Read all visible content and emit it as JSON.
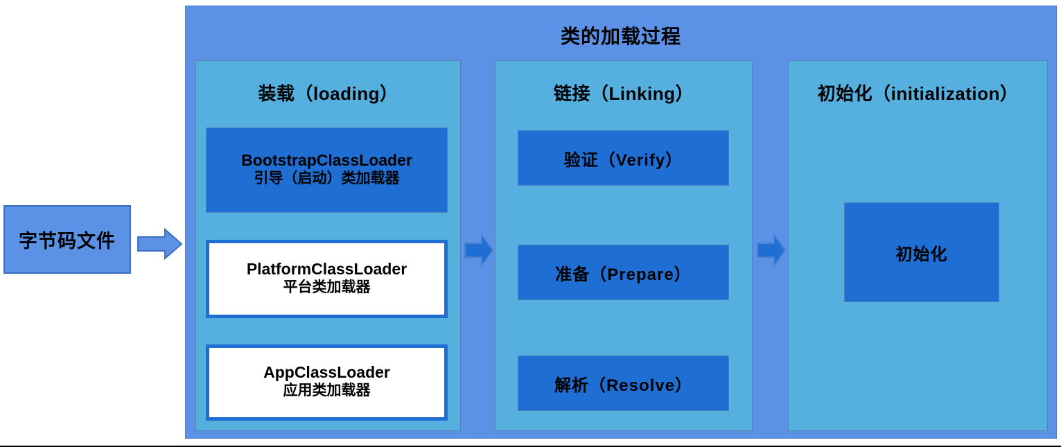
{
  "diagram": {
    "title": "类的加载过程",
    "source": {
      "label": "字节码文件"
    },
    "arrows": [
      {
        "name": "arrow-source-to-loading",
        "style": "light"
      },
      {
        "name": "arrow-loading-to-linking",
        "style": "dark"
      },
      {
        "name": "arrow-linking-to-init",
        "style": "dark"
      }
    ],
    "columns": [
      {
        "key": "loading",
        "title": "装载（loading）",
        "items": [
          {
            "key": "bootstrap",
            "style": "filled",
            "line1": "BootstrapClassLoader",
            "line2": "引导（启动）类加载器"
          },
          {
            "key": "platform",
            "style": "outlined",
            "line1": "PlatformClassLoader",
            "line2": "平台类加载器"
          },
          {
            "key": "app",
            "style": "outlined",
            "line1": "AppClassLoader",
            "line2": "应用类加载器"
          }
        ]
      },
      {
        "key": "linking",
        "title": "链接（Linking）",
        "items": [
          {
            "key": "verify",
            "style": "filled",
            "single": "验证（Verify）"
          },
          {
            "key": "prepare",
            "style": "filled",
            "single": "准备（Prepare）"
          },
          {
            "key": "resolve",
            "style": "filled",
            "single": "解析（Resolve）"
          }
        ]
      },
      {
        "key": "initialization",
        "title": "初始化（initialization）",
        "items": [
          {
            "key": "init",
            "style": "filled",
            "single": "初始化"
          }
        ]
      }
    ]
  },
  "colors": {
    "page_background": "#ffffff",
    "outer_panel": "#5b92e5",
    "column_panel": "#55b0e0",
    "item_filled": "#1f6ed4",
    "item_outlined_fill": "#ffffff",
    "item_outlined_border": "#1f6ed4",
    "arrow_light": "#5b92e5",
    "arrow_dark": "#1f6ed4",
    "text": "#000000"
  }
}
